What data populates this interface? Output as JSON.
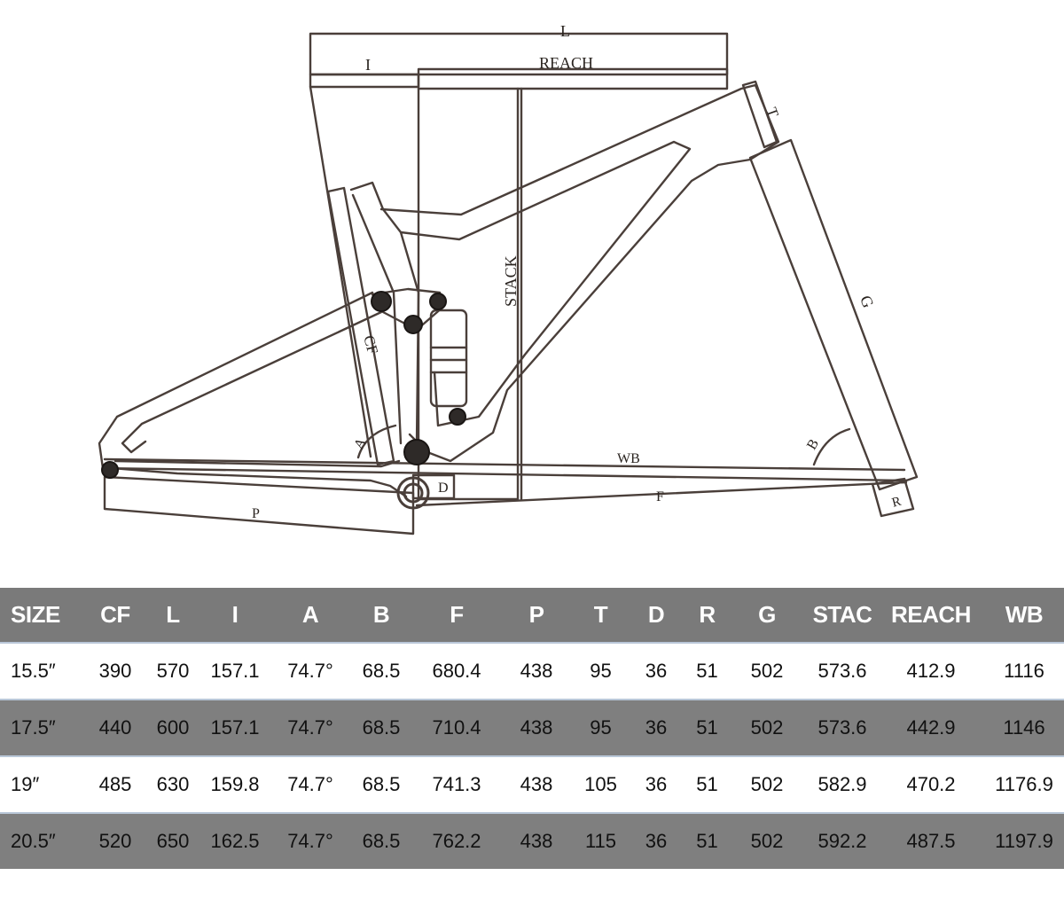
{
  "diagram": {
    "labels": {
      "L": "L",
      "I": "I",
      "REACH": "REACH",
      "T": "T",
      "STACK": "STACK",
      "G": "G",
      "CF": "CF",
      "A": "A",
      "B": "B",
      "WB": "WB",
      "D": "D",
      "F": "F",
      "P": "P",
      "R": "R"
    },
    "line_color": "#4a3f3a"
  },
  "table": {
    "headers": [
      "SIZE",
      "CF",
      "L",
      "I",
      "A",
      "B",
      "F",
      "P",
      "T",
      "D",
      "R",
      "G",
      "STAC",
      "REACH",
      "WB"
    ],
    "rows": [
      [
        "15.5″",
        "390",
        "570",
        "157.1",
        "74.7°",
        "68.5",
        "680.4",
        "438",
        "95",
        "36",
        "51",
        "502",
        "573.6",
        "412.9",
        "1116"
      ],
      [
        "17.5″",
        "440",
        "600",
        "157.1",
        "74.7°",
        "68.5",
        "710.4",
        "438",
        "95",
        "36",
        "51",
        "502",
        "573.6",
        "442.9",
        "1146"
      ],
      [
        "19″",
        "485",
        "630",
        "159.8",
        "74.7°",
        "68.5",
        "741.3",
        "438",
        "105",
        "36",
        "51",
        "502",
        "582.9",
        "470.2",
        "1176.9"
      ],
      [
        "20.5″",
        "520",
        "650",
        "162.5",
        "74.7°",
        "68.5",
        "762.2",
        "438",
        "115",
        "36",
        "51",
        "502",
        "592.2",
        "487.5",
        "1197.9"
      ]
    ],
    "header_bg": "#7a7a7a",
    "stripe_bg": "#7f7f7f"
  }
}
